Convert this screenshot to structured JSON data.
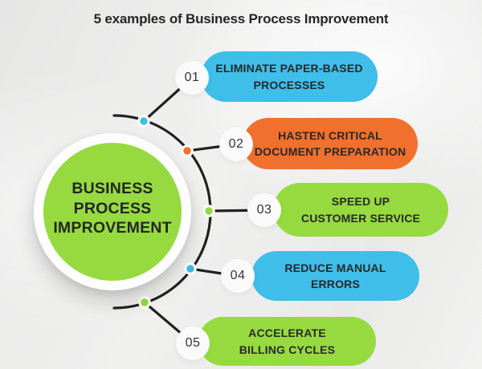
{
  "title": "5 examples of Business Process Improvement",
  "center": {
    "line1": "BUSINESS",
    "line2": "PROCESS",
    "line3": "IMPROVEMENT",
    "color": "#96DA40"
  },
  "palette": {
    "blue": "#3FBEE9",
    "orange": "#F2702D",
    "green": "#96DA40",
    "line": "#212121",
    "dot_ring": "#FFFFFF",
    "text_dark": "#262626",
    "background": "#EDEDEC"
  },
  "items": [
    {
      "number": "01",
      "line1": "ELIMINATE PAPER-BASED",
      "line2": "PROCESSES",
      "color": "#3FBEE9"
    },
    {
      "number": "02",
      "line1": "HASTEN CRITICAL",
      "line2": "DOCUMENT PREPARATION",
      "color": "#F2702D"
    },
    {
      "number": "03",
      "line1": "SPEED UP",
      "line2": "CUSTOMER SERVICE",
      "color": "#96DA40"
    },
    {
      "number": "04",
      "line1": "REDUCE MANUAL ERRORS",
      "line2": "",
      "color": "#3FBEE9"
    },
    {
      "number": "05",
      "line1": "ACCELERATE",
      "line2": "BILLING CYCLES",
      "color": "#96DA40"
    }
  ]
}
